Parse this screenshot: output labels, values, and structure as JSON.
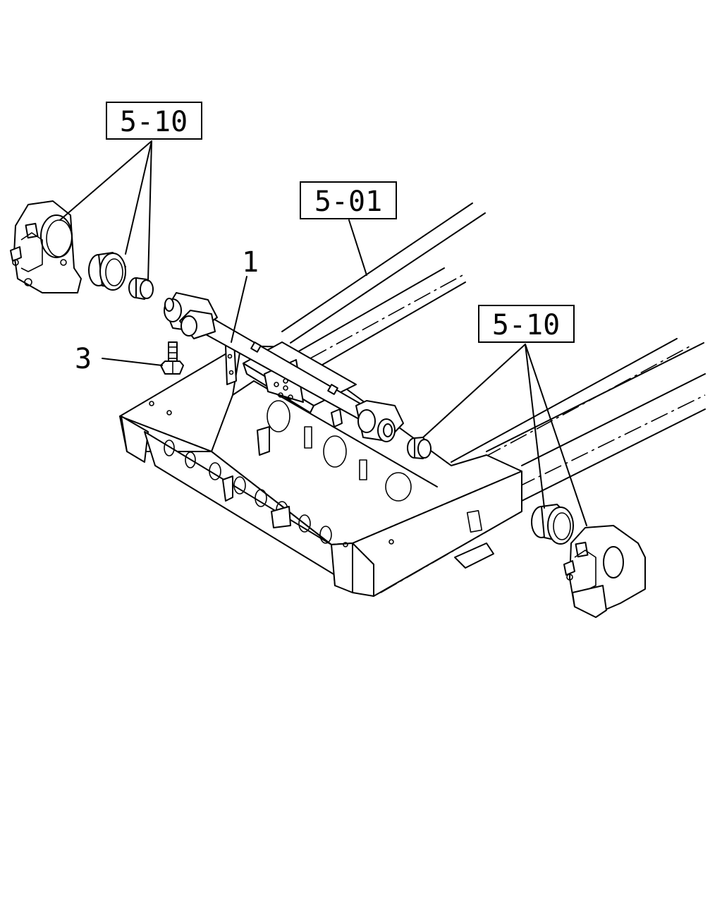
{
  "callouts": {
    "ref_top_left": "5-10",
    "ref_center": "5-01",
    "ref_right": "5-10"
  },
  "part_numbers": {
    "item_1": "1",
    "item_3": "3"
  }
}
